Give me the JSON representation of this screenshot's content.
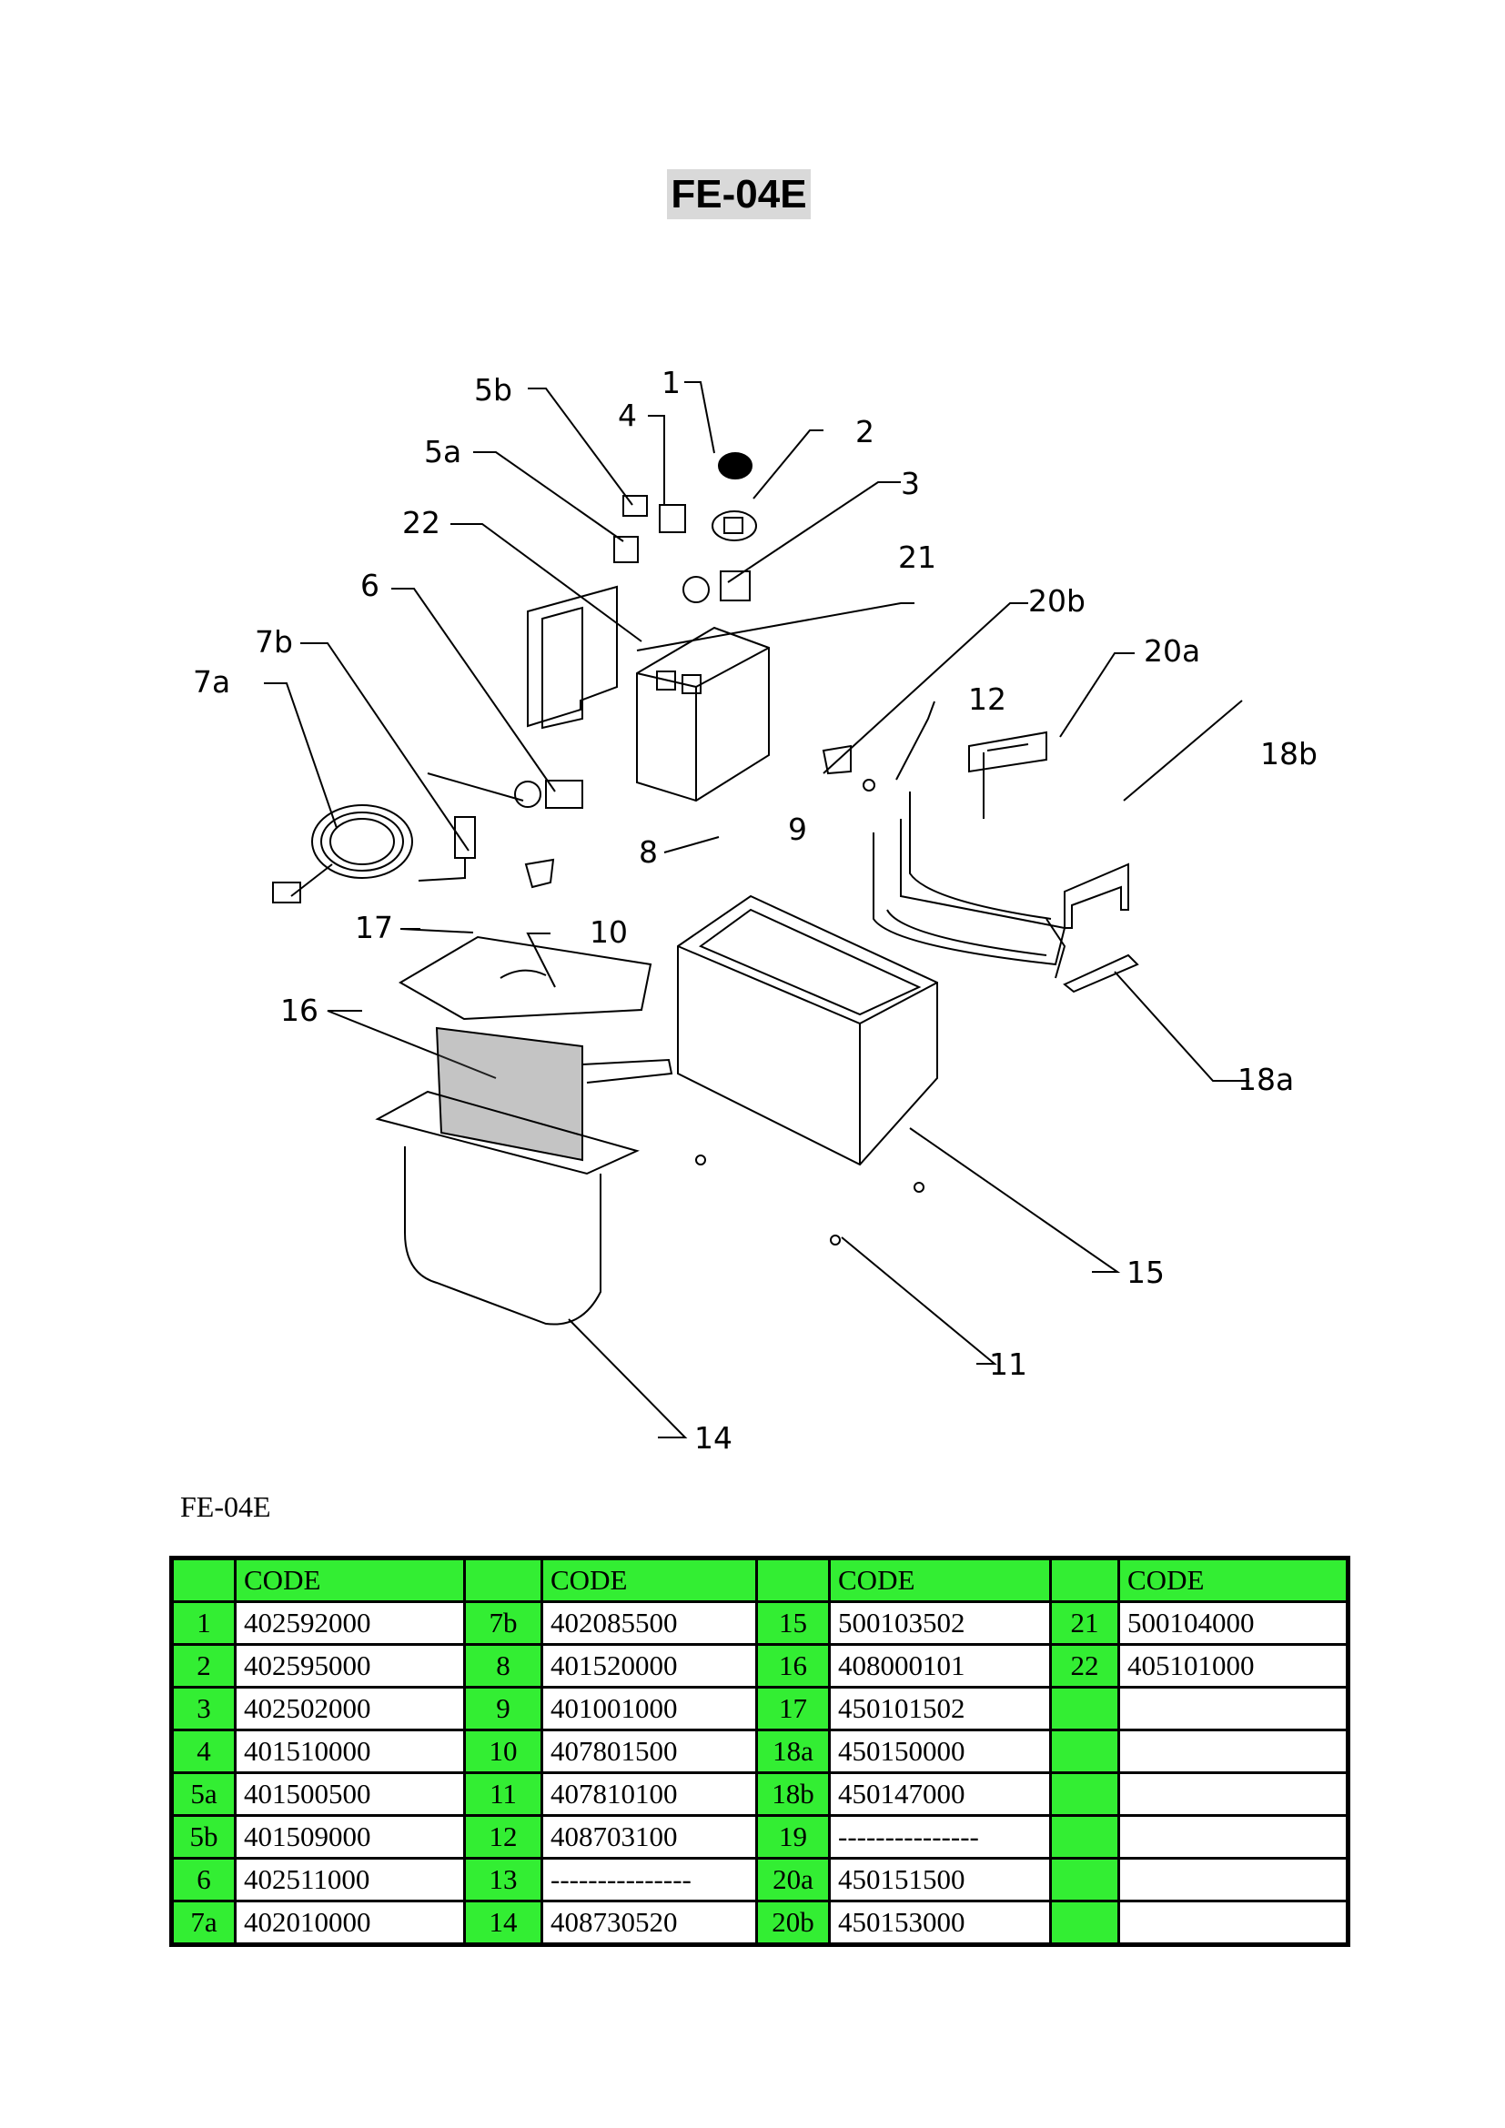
{
  "title": "FE-04E",
  "drawing_labels": {
    "l1": "1",
    "l2": "2",
    "l3": "3",
    "l4": "4",
    "l5a": "5a",
    "l5b": "5b",
    "l6": "6",
    "l7a": "7a",
    "l7b": "7b",
    "l8": "8",
    "l9": "9",
    "l10": "10",
    "l11": "11",
    "l12": "12",
    "l14": "14",
    "l15": "15",
    "l16": "16",
    "l17": "17",
    "l18a": "18a",
    "l18b": "18b",
    "l20a": "20a",
    "l20b": "20b",
    "l21": "21",
    "l22": "22"
  },
  "table_title": "FE-04E",
  "table": {
    "header": "CODE",
    "rows": [
      [
        [
          "1",
          "402592000"
        ],
        [
          "7b",
          "402085500"
        ],
        [
          "15",
          "500103502"
        ],
        [
          "21",
          "500104000"
        ]
      ],
      [
        [
          "2",
          "402595000"
        ],
        [
          "8",
          "401520000"
        ],
        [
          "16",
          "408000101"
        ],
        [
          "22",
          "405101000"
        ]
      ],
      [
        [
          "3",
          "402502000"
        ],
        [
          "9",
          "401001000"
        ],
        [
          "17",
          "450101502"
        ],
        [
          "",
          ""
        ]
      ],
      [
        [
          "4",
          "401510000"
        ],
        [
          "10",
          "407801500"
        ],
        [
          "18a",
          "450150000"
        ],
        [
          "",
          ""
        ]
      ],
      [
        [
          "5a",
          "401500500"
        ],
        [
          "11",
          "407810100"
        ],
        [
          "18b",
          "450147000"
        ],
        [
          "",
          ""
        ]
      ],
      [
        [
          "5b",
          "401509000"
        ],
        [
          "12",
          "408703100"
        ],
        [
          "19",
          "---------------"
        ],
        [
          "",
          ""
        ]
      ],
      [
        [
          "6",
          "402511000"
        ],
        [
          "13",
          "---------------"
        ],
        [
          "20a",
          "450151500"
        ],
        [
          "",
          ""
        ]
      ],
      [
        [
          "7a",
          "402010000"
        ],
        [
          "14",
          "408730520"
        ],
        [
          "20b",
          "450153000"
        ],
        [
          "",
          ""
        ]
      ]
    ]
  }
}
